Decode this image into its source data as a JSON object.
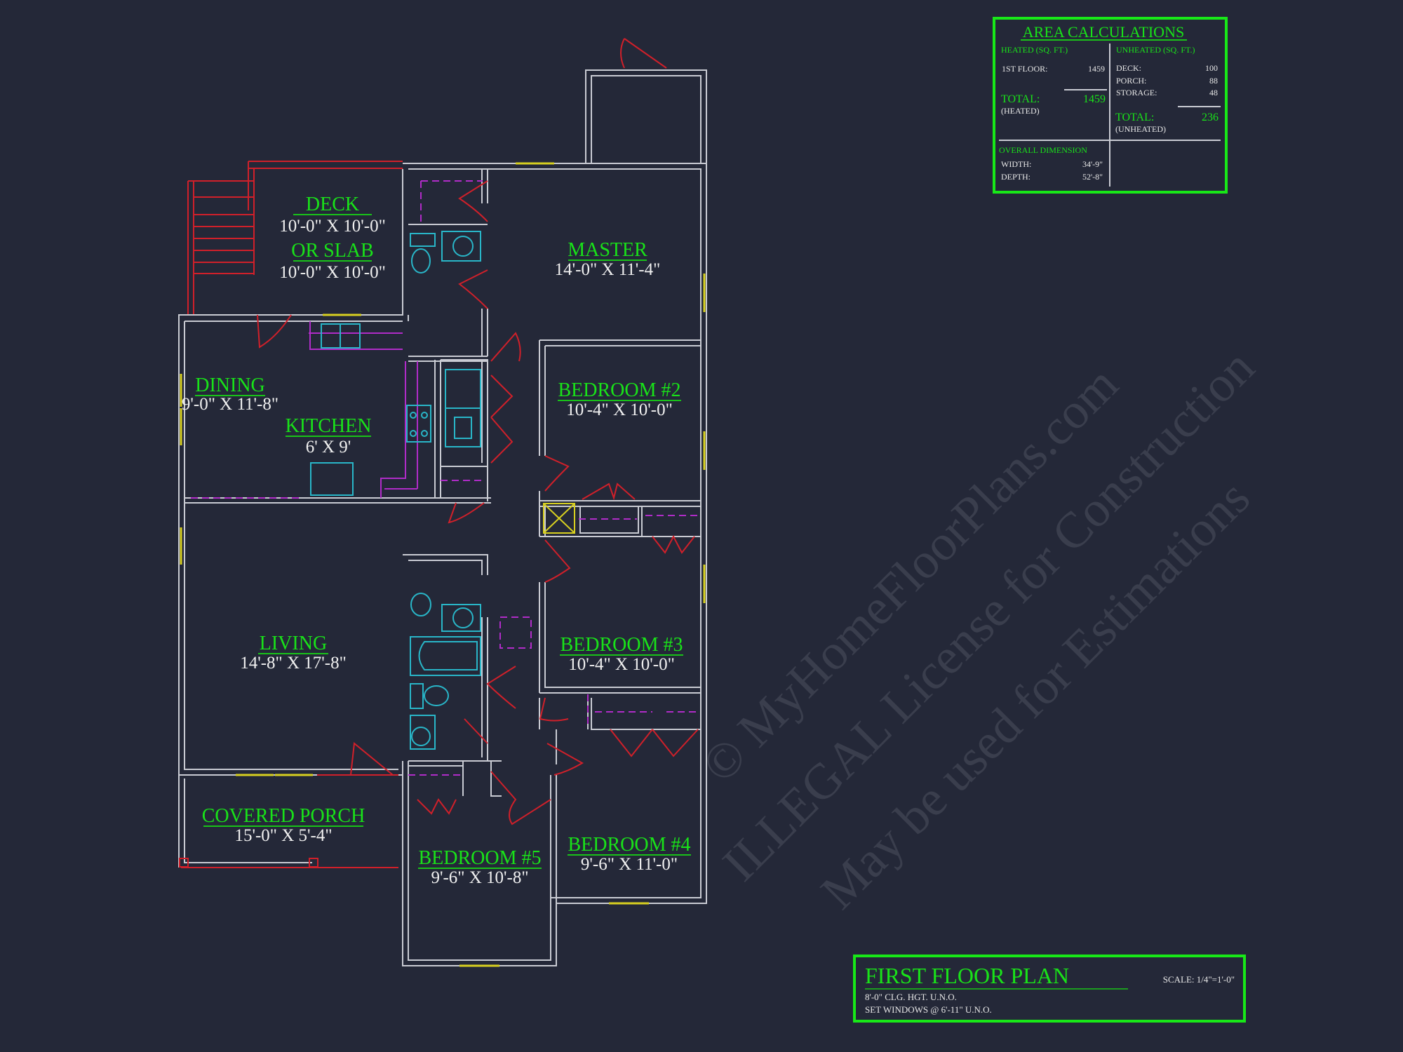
{
  "rooms": {
    "deck": {
      "name": "DECK",
      "dims": "10'-0\" X 10'-0\"",
      "alt_name": "OR SLAB",
      "alt_dims": "10'-0\" X 10'-0\""
    },
    "master": {
      "name": "MASTER",
      "dims": "14'-0\" X 11'-4\""
    },
    "bedroom2": {
      "name": "BEDROOM #2",
      "dims": "10'-4\" X 10'-0\""
    },
    "dining": {
      "name": "DINING",
      "dims": "9'-0\" X 11'-8\""
    },
    "kitchen": {
      "name": "KITCHEN",
      "dims": "6' X 9'"
    },
    "living": {
      "name": "LIVING",
      "dims": "14'-8\" X 17'-8\""
    },
    "bedroom3": {
      "name": "BEDROOM #3",
      "dims": "10'-4\" X 10'-0\""
    },
    "porch": {
      "name": "COVERED PORCH",
      "dims": "15'-0\" X 5'-4\""
    },
    "bedroom4": {
      "name": "BEDROOM #4",
      "dims": "9'-6\" X 11'-0\""
    },
    "bedroom5": {
      "name": "BEDROOM #5",
      "dims": "9'-6\" X 10'-8\""
    }
  },
  "area": {
    "title": "AREA CALCULATIONS",
    "heated_header": "HEATED (SQ. FT.)",
    "unheated_header": "UNHEATED (SQ. FT.)",
    "heated_rows": [
      {
        "label": "1ST FLOOR:",
        "value": "1459"
      }
    ],
    "heated_total_label": "TOTAL:",
    "heated_total_value": "1459",
    "heated_total_sub": "(HEATED)",
    "unheated_rows": [
      {
        "label": "DECK:",
        "value": "100"
      },
      {
        "label": "PORCH:",
        "value": "88"
      },
      {
        "label": "STORAGE:",
        "value": "48"
      }
    ],
    "unheated_total_label": "TOTAL:",
    "unheated_total_value": "236",
    "unheated_total_sub": "(UNHEATED)",
    "dim_header": "OVERALL DIMENSION",
    "width_label": "WIDTH:",
    "width_value": "34'-9\"",
    "depth_label": "DEPTH:",
    "depth_value": "52'-8\""
  },
  "title_block": {
    "title": "FIRST FLOOR PLAN",
    "scale": "SCALE: 1/4\"=1'-0\"",
    "note1": "8'-0\" CLG. HGT. U.N.O.",
    "note2": "SET WINDOWS @ 6'-11\" U.N.O."
  },
  "watermark": {
    "line1": "© MyHomeFloorPlans.com",
    "line2": "ILLEGAL License for Construction",
    "line3": "May be used for Estimations"
  },
  "colors": {
    "background": "#242838",
    "label": "#19e219",
    "wall": "#c9cbd3",
    "door": "#d0202a",
    "fixture": "#29b6c8",
    "cabinet": "#b02cc8",
    "window": "#d8d020"
  }
}
